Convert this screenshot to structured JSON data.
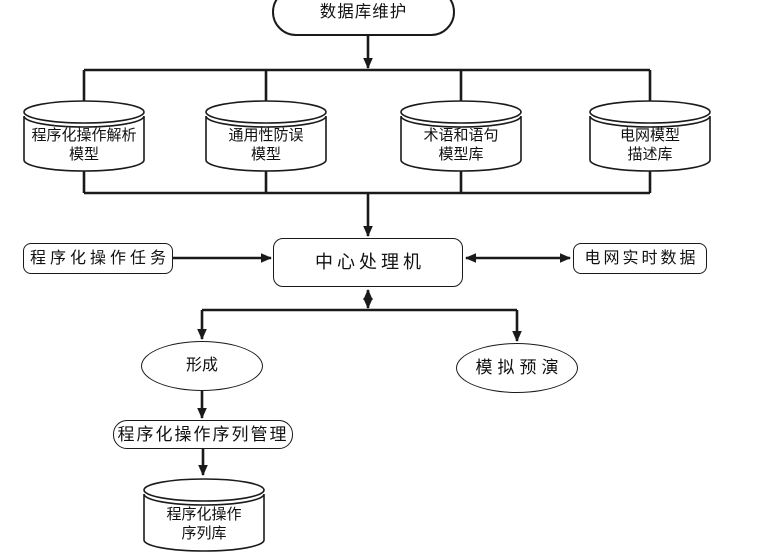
{
  "diagram": {
    "title_node": {
      "label": "数据库维护"
    },
    "databases": [
      {
        "label": "程序化操作解析\n模型"
      },
      {
        "label": "通用性防误\n模型"
      },
      {
        "label": "术语和语句\n模型库"
      },
      {
        "label": "电网模型\n描述库"
      }
    ],
    "left_input": {
      "label": "程序化操作任务"
    },
    "processor": {
      "label": "中心处理机"
    },
    "right_input": {
      "label": "电网实时数据"
    },
    "form_node": {
      "label": "形成"
    },
    "simulate_node": {
      "label": "模拟预演"
    },
    "sequence_manager": {
      "label": "程序化操作序列管理"
    },
    "sequence_db": {
      "label": "程序化操作\n序列库"
    },
    "colors": {
      "line": "#1a1a1a",
      "background": "#ffffff"
    }
  }
}
